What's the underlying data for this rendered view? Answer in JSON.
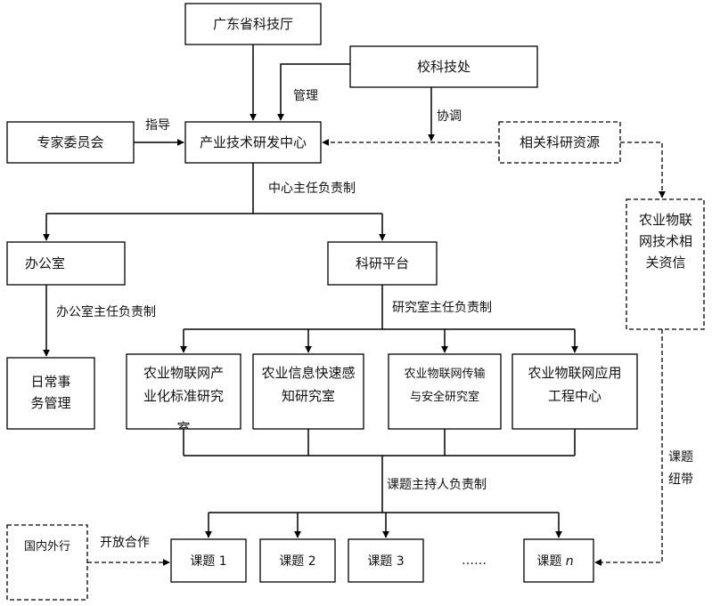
{
  "nodes": {
    "provincial_dept": "广东省科技厅",
    "school_office": "校科技处",
    "expert_committee": "专家委员会",
    "center": "产业技术研发中心",
    "related_resources": "相关科研资源",
    "iot_resources": [
      "农业物联",
      "网技术相",
      "关资信"
    ],
    "office": "办公室",
    "research_platform": "科研平台",
    "daily_affairs": [
      "日常事",
      "务管理"
    ],
    "lab1": [
      "农业物联网产",
      "业化标准研究",
      "室"
    ],
    "lab2": [
      "农业信息快速感",
      "知研究室"
    ],
    "lab3": [
      "农业物联网传输",
      "与安全研究室"
    ],
    "lab4": [
      "农业物联网应用",
      "工程中心"
    ],
    "domestic_peers": "国内外行",
    "project1": "课题 1",
    "project2": "课题 2",
    "project3": "课题 3",
    "ellipsis": "……",
    "projectn_label": "课题 ",
    "projectn_var": "n"
  },
  "edge_labels": {
    "manage": "管理",
    "guide": "指导",
    "coordinate": "协调",
    "center_director": "中心主任负责制",
    "office_director": "办公室主任负责制",
    "lab_director": "研究室主任负责制",
    "project_leader": "课题主持人负责制",
    "open_cooperation": "开放合作",
    "project_link": [
      "课题",
      "纽带"
    ]
  }
}
